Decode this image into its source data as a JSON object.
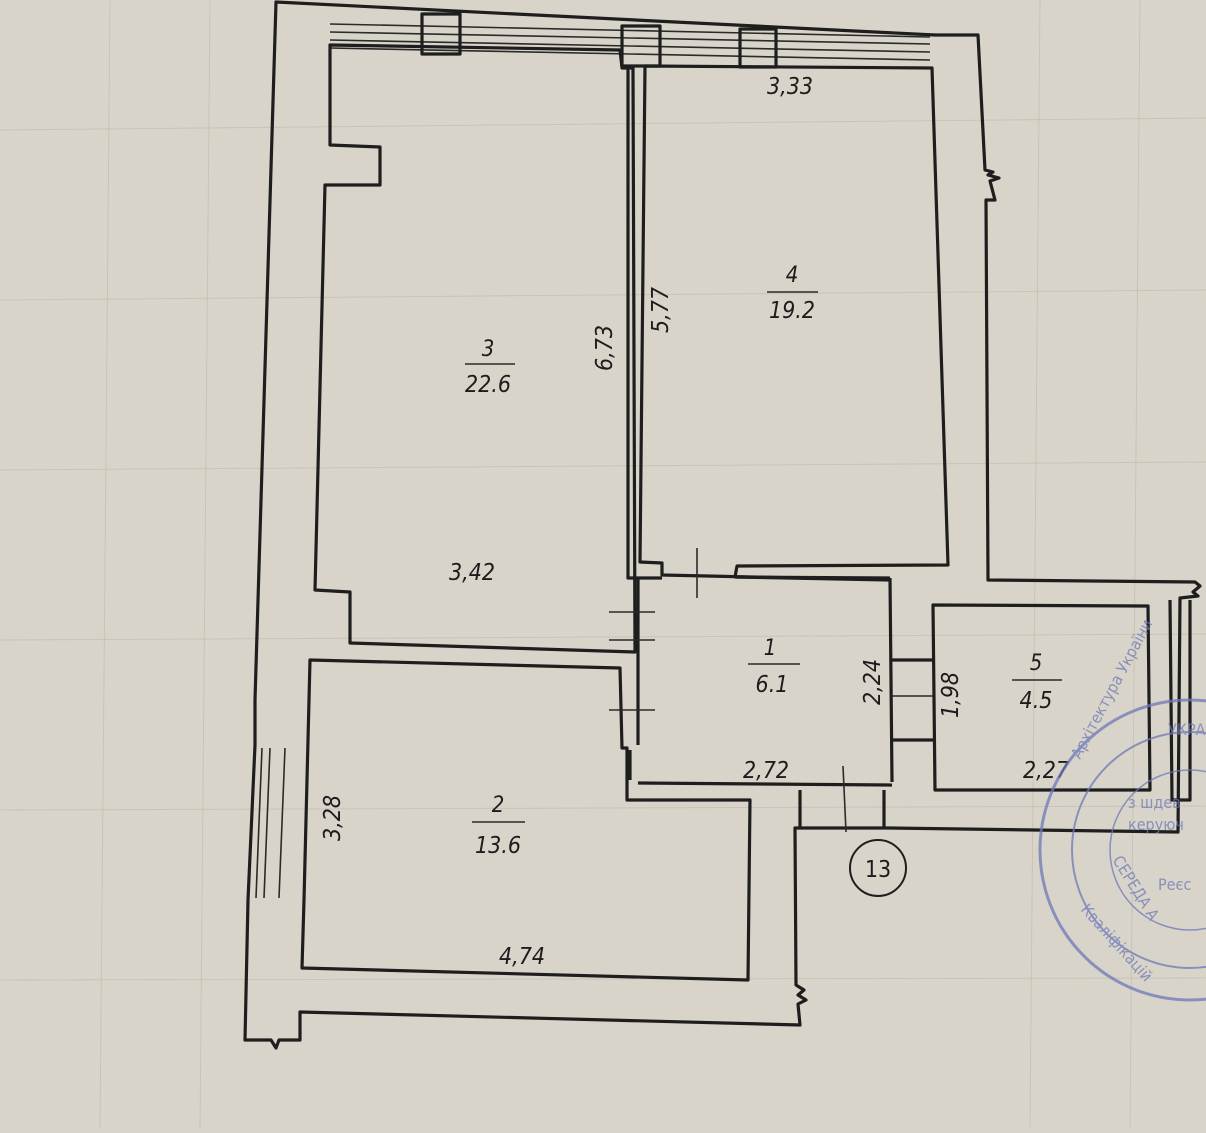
{
  "rooms": [
    {
      "number": "1",
      "area": "6.1"
    },
    {
      "number": "2",
      "area": "13.6"
    },
    {
      "number": "3",
      "area": "22.6"
    },
    {
      "number": "4",
      "area": "19.2"
    },
    {
      "number": "5",
      "area": "4.5"
    }
  ],
  "dimensions": {
    "room4_top": "3,33",
    "room4_left": "5,77",
    "room3_right": "6,73",
    "room3_bottom": "3,42",
    "room1_right": "2,24",
    "room1_bottom": "2,72",
    "room5_left": "1,98",
    "room5_bottom": "2,27",
    "room2_left": "3,28",
    "room2_bottom": "4,74"
  },
  "marker": "13",
  "stamp": {
    "color": "#6d79b8",
    "lines": [
      "Архітектура України",
      "УКРА",
      "з шдев",
      "керуюч",
      "Реєс",
      "СЕРЕДА А",
      "Кваліфікацій"
    ]
  }
}
